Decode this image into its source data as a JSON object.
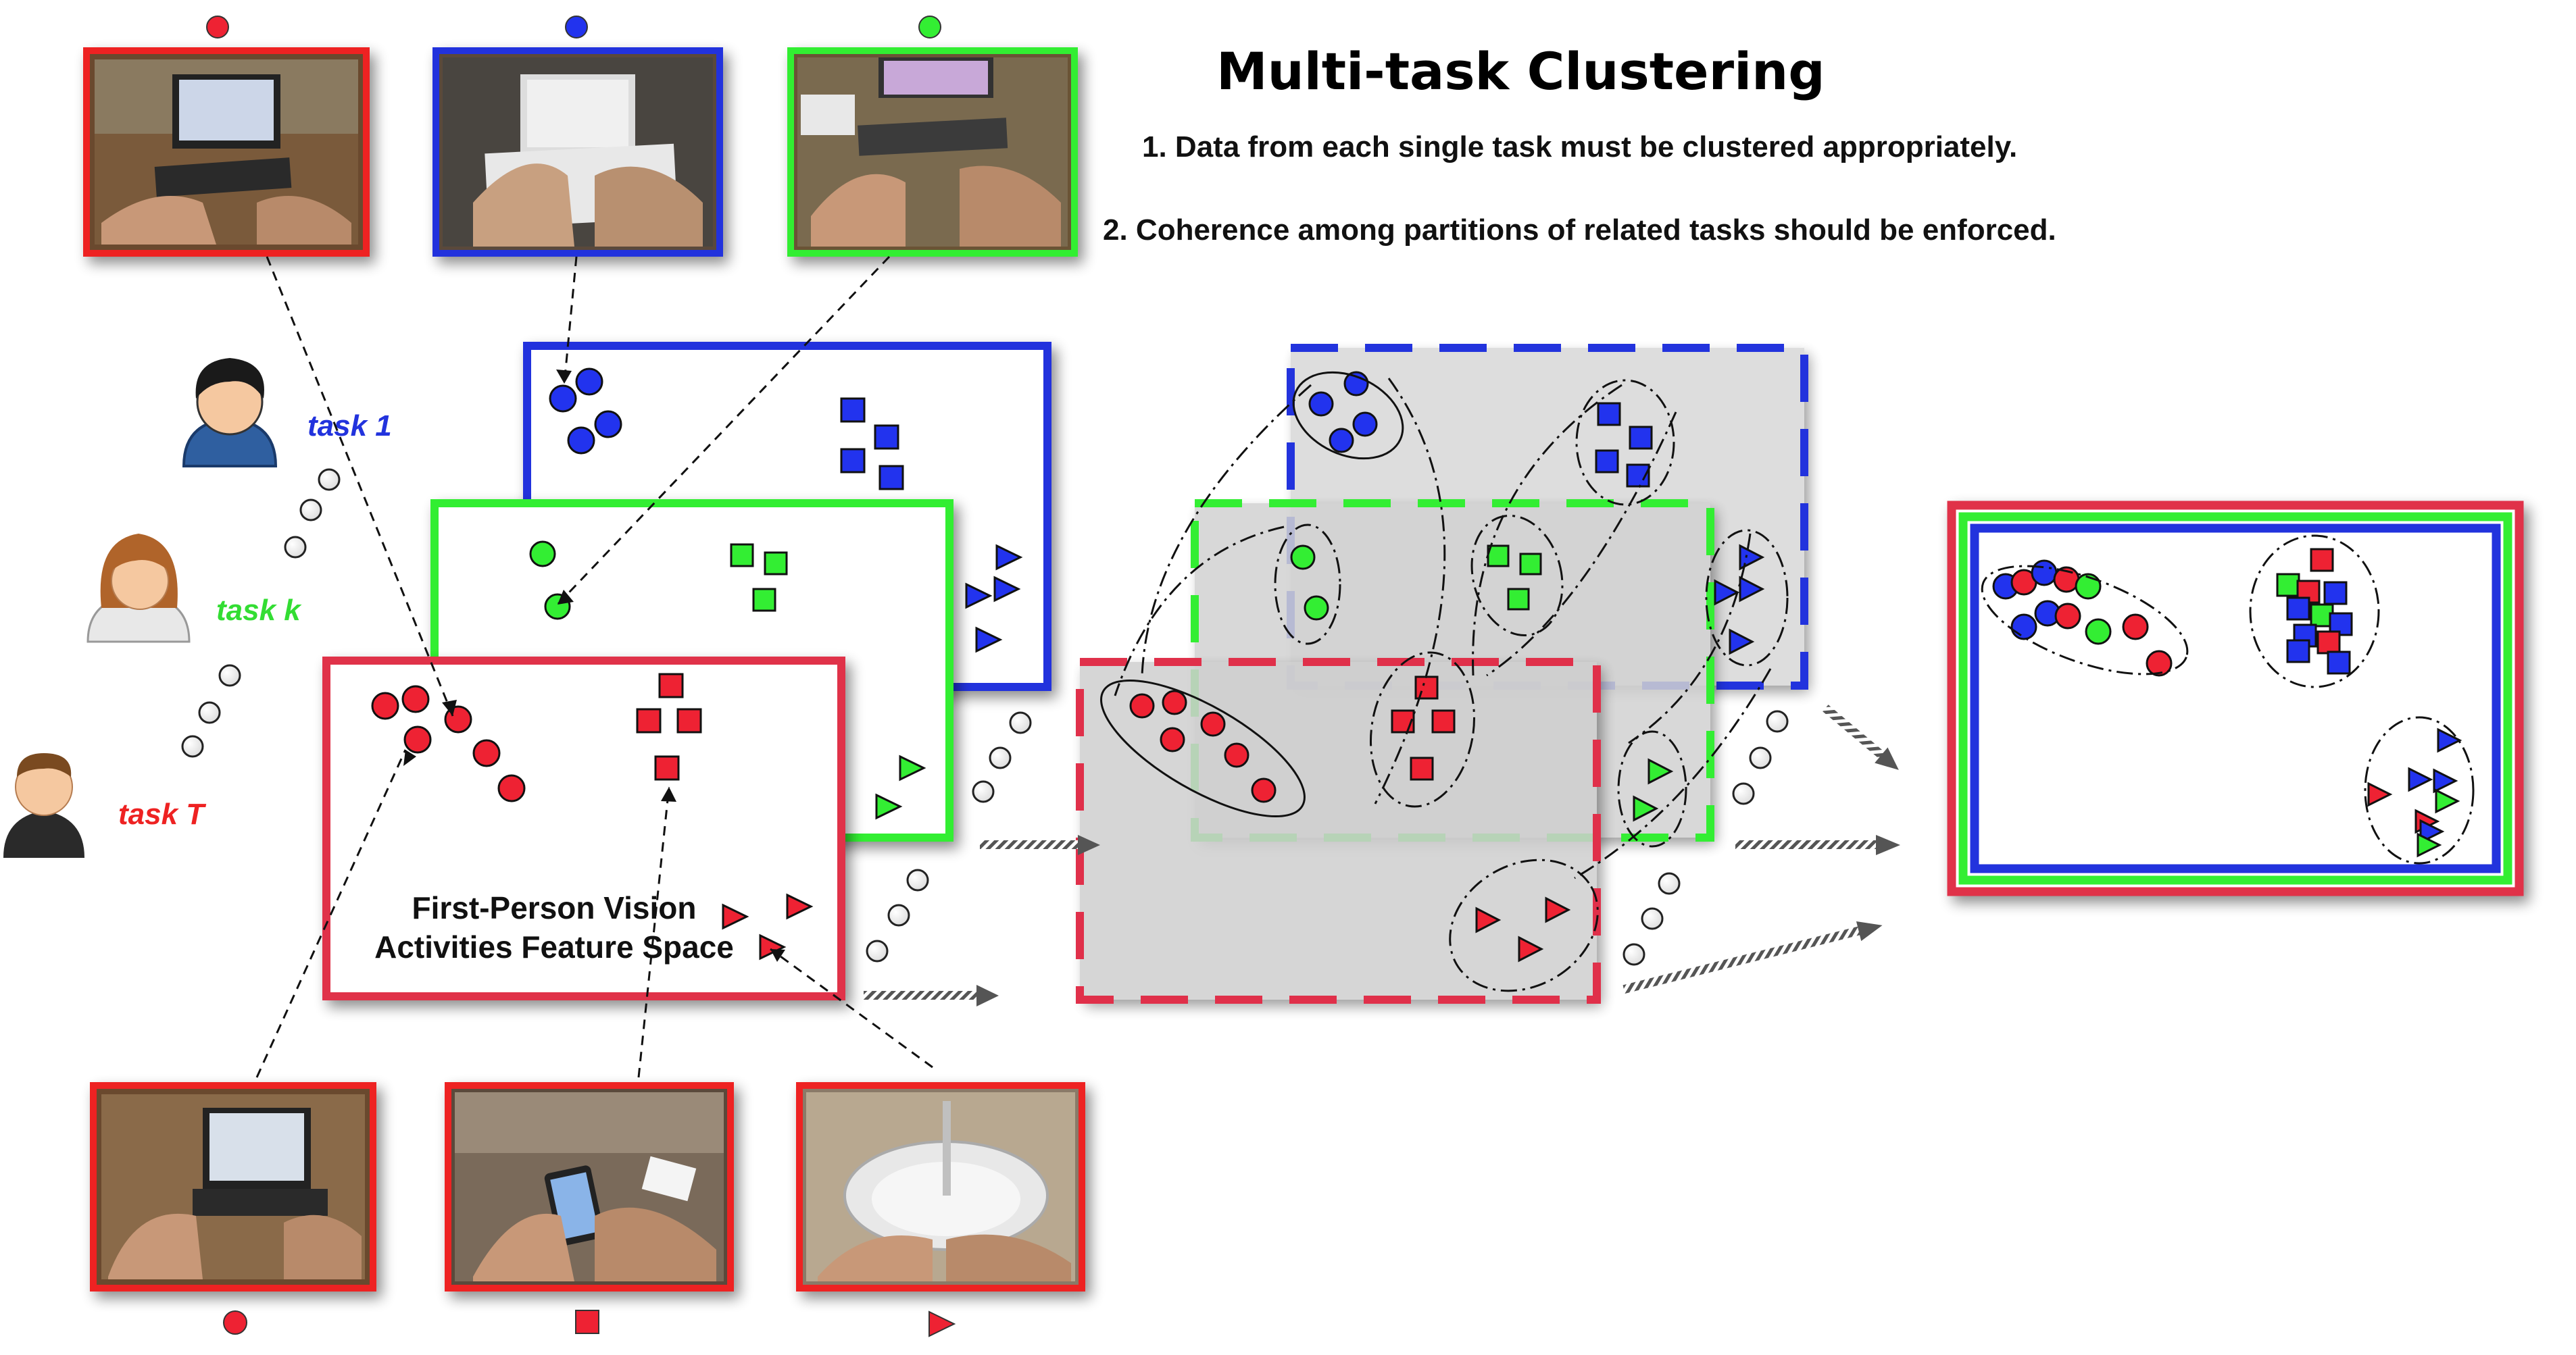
{
  "title": "Multi-task Clustering",
  "notes": [
    "1. Data from each single task must be clustered appropriately.",
    "2. Coherence among partitions of related tasks should be enforced."
  ],
  "tasks": [
    {
      "label": "task 1",
      "color": "#2233dd"
    },
    {
      "label": "task k",
      "color": "#33dd33"
    },
    {
      "label": "task T",
      "color": "#ee2222"
    }
  ],
  "feature_space_label": [
    "First-Person Vision",
    "Activities Feature Space"
  ],
  "colors": {
    "red": "#ee2233",
    "green": "#33ee33",
    "blue": "#2233ee",
    "frame_red": "#e0304a"
  },
  "top_thumbnails": [
    {
      "frame": "red",
      "marker": "circle",
      "scene": "desk-keyboard"
    },
    {
      "frame": "blue",
      "marker": "circle",
      "scene": "laptop-typing"
    },
    {
      "frame": "green",
      "marker": "circle",
      "scene": "desk-monitor"
    }
  ],
  "bottom_thumbnails": [
    {
      "frame": "red",
      "marker": "circle",
      "scene": "desk-typing"
    },
    {
      "frame": "red",
      "marker": "square",
      "scene": "phone-use"
    },
    {
      "frame": "red",
      "marker": "triangle",
      "scene": "washing-hands"
    }
  ]
}
